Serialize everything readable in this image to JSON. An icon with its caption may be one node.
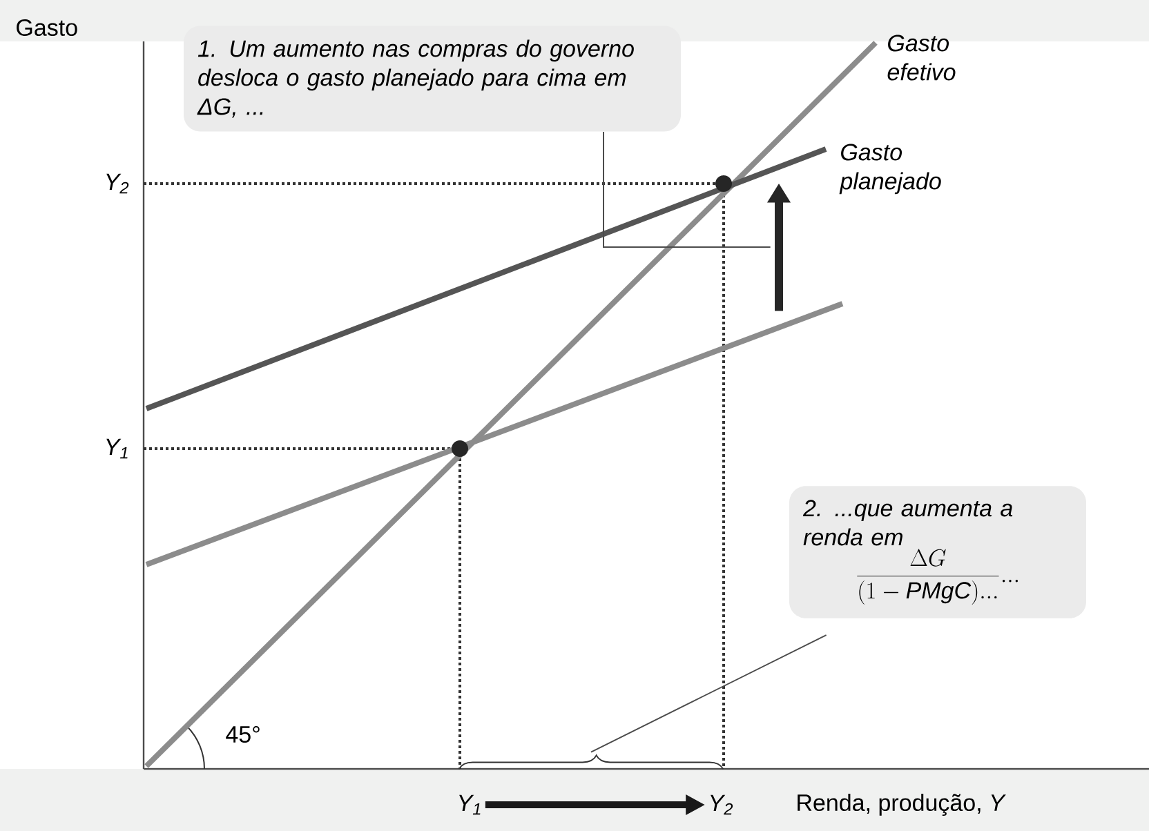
{
  "diagram": {
    "nodes": [
      {
        "text": [
          "1. Um aumento nas compras do governo desloca o gasto planejado para cima em ΔG, ..."
        ]
      },
      {
        "text": [],
        "shape": "arrow"
      },
      {
        "text": [
          "2. ...que aumenta a renda em",
          "\\frac{\\Delta G}{(1-\\mathit{PMgC})...}..."
        ]
      },
      {
        "text": [],
        "shape": "brace"
      },
      {
        "text": [
          "Y$_{1}$"
        ]
      },
      {
        "text": [
          "Y$_{2}$"
        ]
      }
    ],
    "edges": [
      {
        "from": 0,
        "to": 1,
        "arrow": "none"
      },
      {
        "from": 2,
        "to": 3,
        "arrow": "none"
      },
      {
        "from": 4,
        "to": 5,
        "arrow": "to",
        "style": "thick"
      }
    ],
    "labels": [
      "Gasto",
      "Gasto efetivo",
      "Y$_{2}$",
      "Gasto planejado",
      "Y$_{1}$",
      "45°",
      "Renda, produção, *Y*"
    ]
  }
}
